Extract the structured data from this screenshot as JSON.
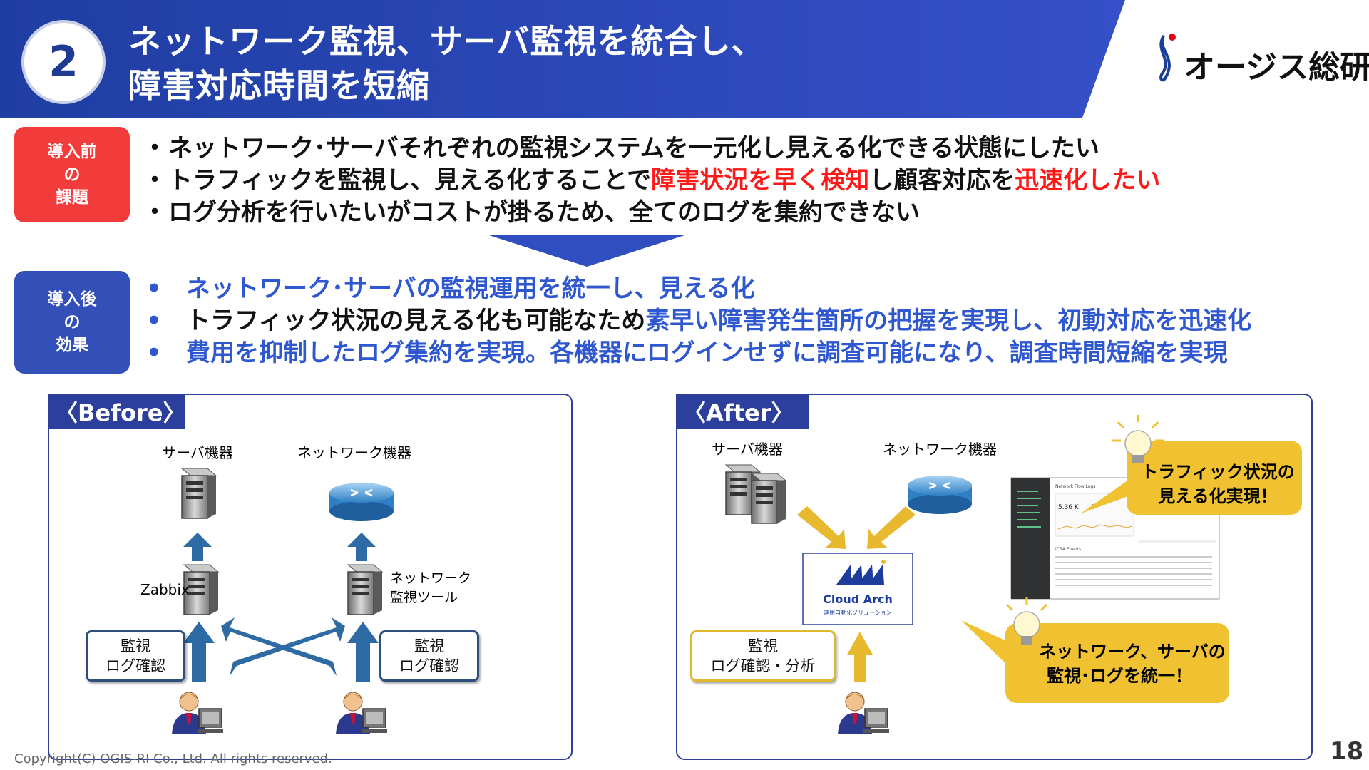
{
  "header": {
    "step_number": "2",
    "title_line1": "ネットワーク監視、サーバ監視を統合し、",
    "title_line2": "障害対応時間を短縮",
    "band_color": "#2c45b8"
  },
  "logo": {
    "text": "オージス総研",
    "accent_color": "#e60012"
  },
  "before_section": {
    "label_lines": [
      "導入前",
      "の",
      "課題"
    ],
    "bullet_symbol": "・",
    "bullets": [
      {
        "segments": [
          {
            "text": "ネットワーク･サーバそれぞれの監視システムを一元化し見える化できる状態にしたい"
          }
        ]
      },
      {
        "segments": [
          {
            "text": "トラフィックを監視し、見える化することで"
          },
          {
            "text": "障害状況を早く検知"
          },
          {
            "text": "し顧客対応を"
          },
          {
            "text": "迅速化したい"
          }
        ]
      },
      {
        "segments": [
          {
            "text": "ログ分析を行いたいがコストが掛るため、全てのログを集約できない"
          }
        ]
      }
    ]
  },
  "after_section": {
    "label_lines": [
      "導入後",
      "の",
      "効果"
    ],
    "bullet_symbol": "•",
    "bullets": [
      {
        "segments": [
          {
            "text": "ネットワーク･サーバの監視運用を統一し、見える化"
          }
        ]
      },
      {
        "segments": [
          {
            "text": "トラフィック状況の見える化も可能なため"
          },
          {
            "text": "素早い障害発生箇所の把握を実現し、初動対応を迅速化"
          }
        ]
      },
      {
        "segments": [
          {
            "text": "費用を抑制したログ集約を実現。各機器にログインせずに調査可能になり、調査時間短縮を実現"
          }
        ]
      }
    ]
  },
  "before_panel": {
    "tab_label": "〈Before〉",
    "server_label": "サーバ機器",
    "network_label": "ネットワーク機器",
    "zabbix_label": "Zabbix",
    "nettool_label_lines": [
      "ネットワーク",
      "監視ツール"
    ],
    "left_box_lines": [
      "監視",
      "ログ確認"
    ],
    "right_box_lines": [
      "監視",
      "ログ確認"
    ]
  },
  "after_panel": {
    "tab_label": "〈After〉",
    "server_label": "サーバ機器",
    "network_label": "ネットワーク機器",
    "product_name": "Cloud Arch",
    "product_subtitle": "運用自動化ソリューション",
    "box_lines": [
      "監視",
      "ログ確認・分析"
    ],
    "callout1_lines": [
      "トラフィック状況の",
      "見える化実現！"
    ],
    "callout2_lines": [
      "ネットワーク、サーバの",
      "監視･ログを統一！"
    ],
    "dashboard": {
      "title": "Network Flow Logs",
      "metric1": "5.36 K",
      "metric2": "5",
      "table_title": "ICSA Events"
    }
  },
  "footer": {
    "page_number": "18",
    "copyright": "Copyright(C)  OGIS-RI Co., Ltd. All rights reserved."
  },
  "colors": {
    "before_label": "#f23b3b",
    "after_label": "#3350b8",
    "highlight_red": "#ff1a1a",
    "highlight_blue": "#2f57d0",
    "panel_border": "#2c3f9c",
    "arrow_blue": "#2e6aa3",
    "arrow_yellow": "#e8b92e",
    "callout_yellow": "#f0c232"
  },
  "icons": [
    "server-icon",
    "router-icon",
    "operator-icon",
    "lightbulb-icon",
    "cloud-arch-logo"
  ]
}
